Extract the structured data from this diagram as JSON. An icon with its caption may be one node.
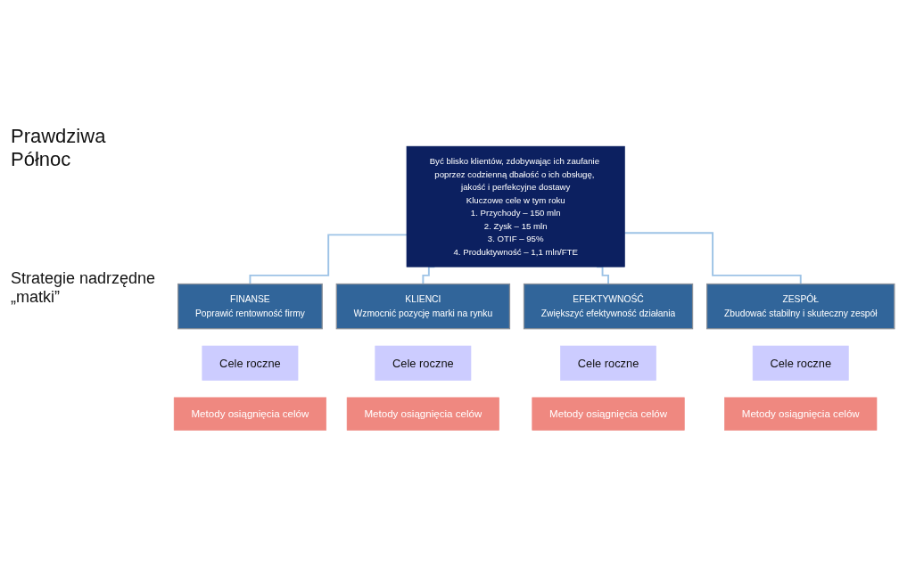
{
  "diagram": {
    "nodes": [
      {
        "text": [
          "Być blisko klientów, zdobywając ich zaufanie poprzez codzienną dbałość o ich obsługę, jakość i perfekcyjne dostawy",
          "Kluczowe cele w tym roku",
          "1. Przychody – 150 mln",
          "2. Zysk – 15 mln",
          "3. OTIF – 95%",
          "4. Produktywność – 1,1 mln/FTE"
        ]
      },
      {
        "text": [
          "FINANSE",
          "Poprawić rentowność firmy"
        ]
      },
      {
        "text": [
          "KLIENCI",
          "Wzmocnić pozycję marki na rynku"
        ]
      },
      {
        "text": [
          "EFEKTYWNOŚĆ",
          "Zwiększyć efektywność działania"
        ]
      },
      {
        "text": [
          "ZESPÓŁ",
          "Zbudować stabilny i skuteczny zespół"
        ]
      },
      {
        "text": [
          "Cele roczne"
        ]
      },
      {
        "text": [
          "Cele roczne"
        ]
      },
      {
        "text": [
          "Cele roczne"
        ]
      },
      {
        "text": [
          "Cele roczne"
        ]
      },
      {
        "text": [
          "Metody osiągnięcia celów"
        ]
      },
      {
        "text": [
          "Metody osiągnięcia celów"
        ]
      },
      {
        "text": [
          "Metody osiągnięcia celów"
        ]
      },
      {
        "text": [
          "Metody osiągnięcia celów"
        ]
      }
    ],
    "edges": [
      {
        "from": 0,
        "to": 1,
        "arrow": "none"
      },
      {
        "from": 0,
        "to": 2,
        "arrow": "none"
      },
      {
        "from": 0,
        "to": 3,
        "arrow": "none"
      },
      {
        "from": 0,
        "to": 4,
        "arrow": "none"
      }
    ],
    "labels": [
      "Prawdziwa Północ",
      "Strategie nadrzędne „matki”"
    ]
  }
}
